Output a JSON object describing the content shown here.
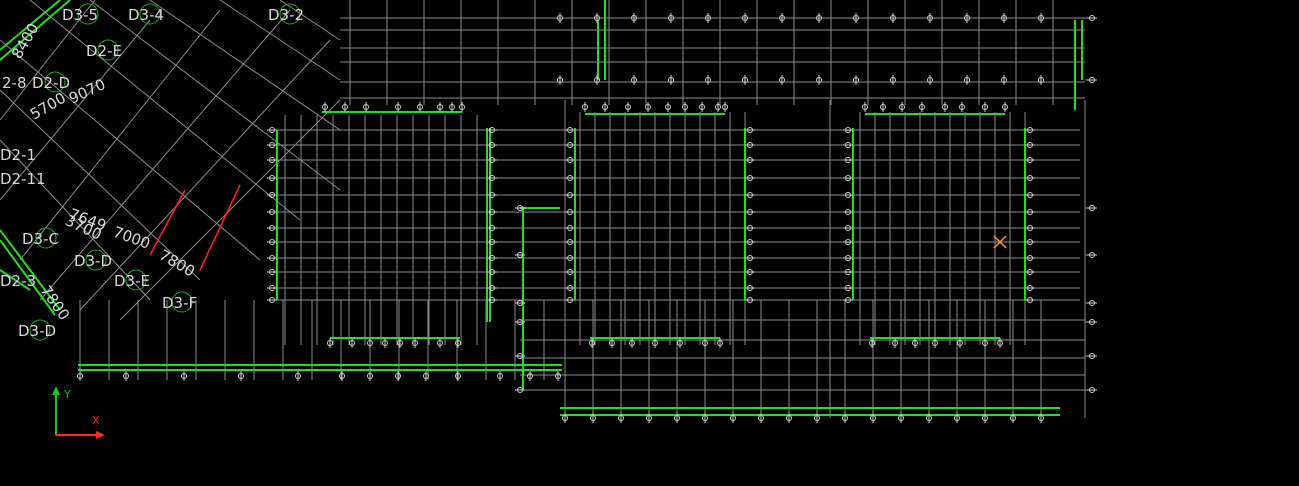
{
  "colors": {
    "background": "#000000",
    "grid": "#8c8c8c",
    "structure": "#22dd22",
    "highlight": "#ff2222",
    "label": "#d8d8d8",
    "cursor": "#ff9933"
  },
  "axis_labels": [
    {
      "id": "d3-5",
      "text": "D3-5"
    },
    {
      "id": "d3-4",
      "text": "D3-4"
    },
    {
      "id": "d3-2",
      "text": "D3-2"
    },
    {
      "id": "d2-e",
      "text": "D2-E"
    },
    {
      "id": "d2-d",
      "text": "D2-D"
    },
    {
      "id": "d2-8",
      "text": "2-8"
    },
    {
      "id": "d3-c",
      "text": "D3-C"
    },
    {
      "id": "d3-d1",
      "text": "D3-D"
    },
    {
      "id": "d3-e",
      "text": "D3-E"
    },
    {
      "id": "d3-f",
      "text": "D3-F"
    },
    {
      "id": "d3-d2",
      "text": "D3-D"
    },
    {
      "id": "d2-3",
      "text": "D2-3"
    },
    {
      "id": "d2-11",
      "text": "D2-11"
    },
    {
      "id": "d2-1",
      "text": "D2-1"
    }
  ],
  "dimensions": [
    {
      "id": "dim-8400",
      "text": "8400"
    },
    {
      "id": "dim-9070",
      "text": "9070"
    },
    {
      "id": "dim-3700",
      "text": "3700"
    },
    {
      "id": "dim-7000",
      "text": "7000"
    },
    {
      "id": "dim-7800a",
      "text": "7800"
    },
    {
      "id": "dim-7800b",
      "text": "7800"
    },
    {
      "id": "dim-7649",
      "text": "7649"
    },
    {
      "id": "dim-5700",
      "text": "5700"
    }
  ],
  "ucs": {
    "x_label": "X",
    "y_label": "Y"
  }
}
